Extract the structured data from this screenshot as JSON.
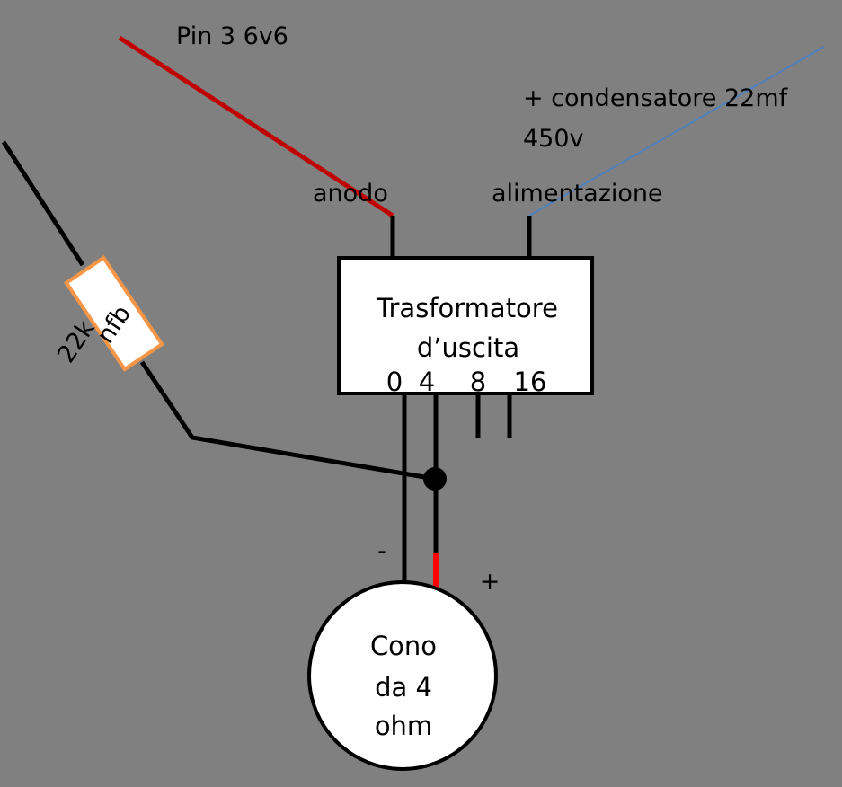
{
  "colors": {
    "background": "#808080",
    "wire": "#000000",
    "anode_wire": "#c00000",
    "supply_wire": "#4f81bd",
    "positive_lead": "#ff0000",
    "resistor_border": "#f79646",
    "component_fill": "#ffffff"
  },
  "labels": {
    "pin": "Pin 3 6v6",
    "capacitor_line1": "+ condensatore 22mf",
    "capacitor_line2": "450v",
    "anode": "anodo",
    "supply": "alimentazione"
  },
  "transformer": {
    "title_line1": "Trasformatore",
    "title_line2": "d’uscita",
    "taps": [
      "0",
      "4",
      "8",
      "16"
    ]
  },
  "resistor": {
    "value": "22k",
    "name": "nfb"
  },
  "speaker": {
    "line1": "Cono",
    "line2": "da 4",
    "line3": "ohm",
    "minus": "-",
    "plus": "+"
  }
}
